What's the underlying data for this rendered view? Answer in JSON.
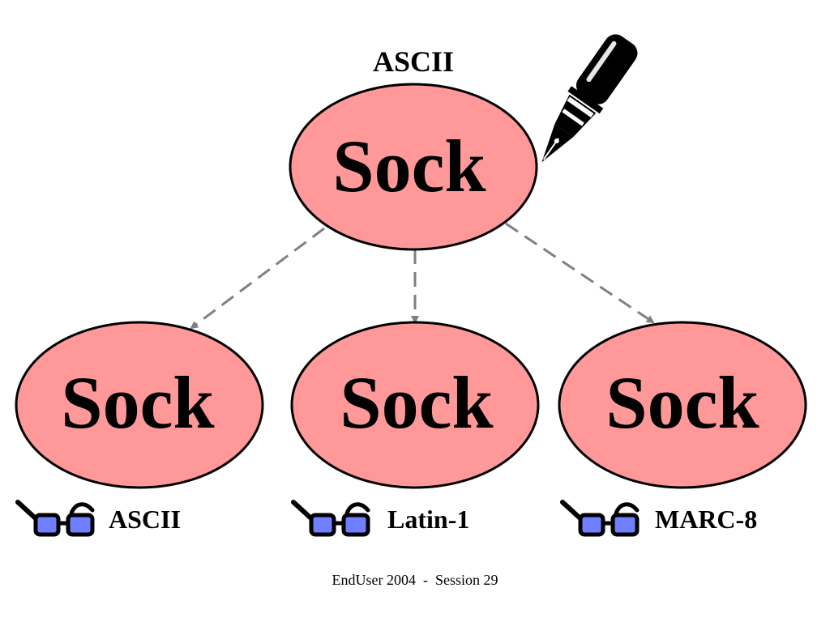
{
  "top": {
    "encoding_label": "ASCII",
    "word": "Sock"
  },
  "children": [
    {
      "word": "Sock",
      "encoding_label": "ASCII"
    },
    {
      "word": "Sock",
      "encoding_label": "Latin-1"
    },
    {
      "word": "Sock",
      "encoding_label": "MARC-8"
    }
  ],
  "colors": {
    "node_fill": "#ff9999",
    "node_stroke": "#000000",
    "arrow": "#808080",
    "lens": "#6f7fff"
  },
  "icons": {
    "writer": "fountain-pen-icon",
    "reader": "glasses-icon"
  },
  "footer": {
    "event": "EndUser 2004",
    "separator": "-",
    "session": "Session 29"
  }
}
